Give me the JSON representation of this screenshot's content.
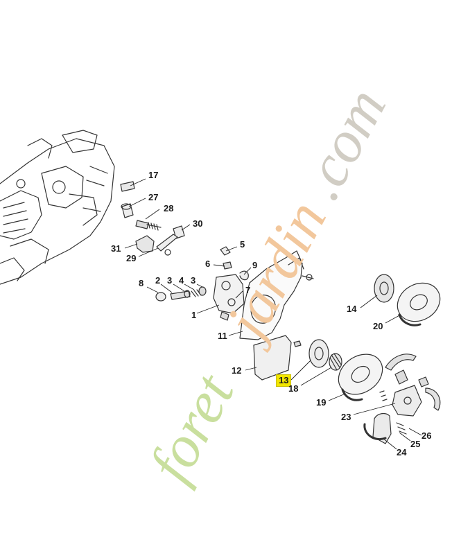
{
  "diagram": {
    "callouts": [
      {
        "id": "17",
        "label": "17"
      },
      {
        "id": "27",
        "label": "27"
      },
      {
        "id": "28",
        "label": "28"
      },
      {
        "id": "30",
        "label": "30"
      },
      {
        "id": "31",
        "label": "31"
      },
      {
        "id": "29",
        "label": "29"
      },
      {
        "id": "5",
        "label": "5"
      },
      {
        "id": "6",
        "label": "6"
      },
      {
        "id": "9",
        "label": "9"
      },
      {
        "id": "8",
        "label": "8"
      },
      {
        "id": "2",
        "label": "2"
      },
      {
        "id": "3a",
        "label": "3"
      },
      {
        "id": "4",
        "label": "4"
      },
      {
        "id": "3b",
        "label": "3"
      },
      {
        "id": "7",
        "label": "7"
      },
      {
        "id": "1",
        "label": "1"
      },
      {
        "id": "11",
        "label": "11"
      },
      {
        "id": "12",
        "label": "12"
      },
      {
        "id": "13",
        "label": "13",
        "highlighted": true
      },
      {
        "id": "18",
        "label": "18"
      },
      {
        "id": "14",
        "label": "14"
      },
      {
        "id": "20",
        "label": "20"
      },
      {
        "id": "19",
        "label": "19"
      },
      {
        "id": "23",
        "label": "23"
      },
      {
        "id": "26",
        "label": "26"
      },
      {
        "id": "25",
        "label": "25"
      },
      {
        "id": "24",
        "label": "24"
      }
    ],
    "highlight_color": "#f2e600"
  },
  "watermark": {
    "text": "foretjardin.com",
    "colors": {
      "foret": "#c9df9e",
      "jardin": "#f2c79c",
      "com": "#d1cdc4"
    }
  }
}
